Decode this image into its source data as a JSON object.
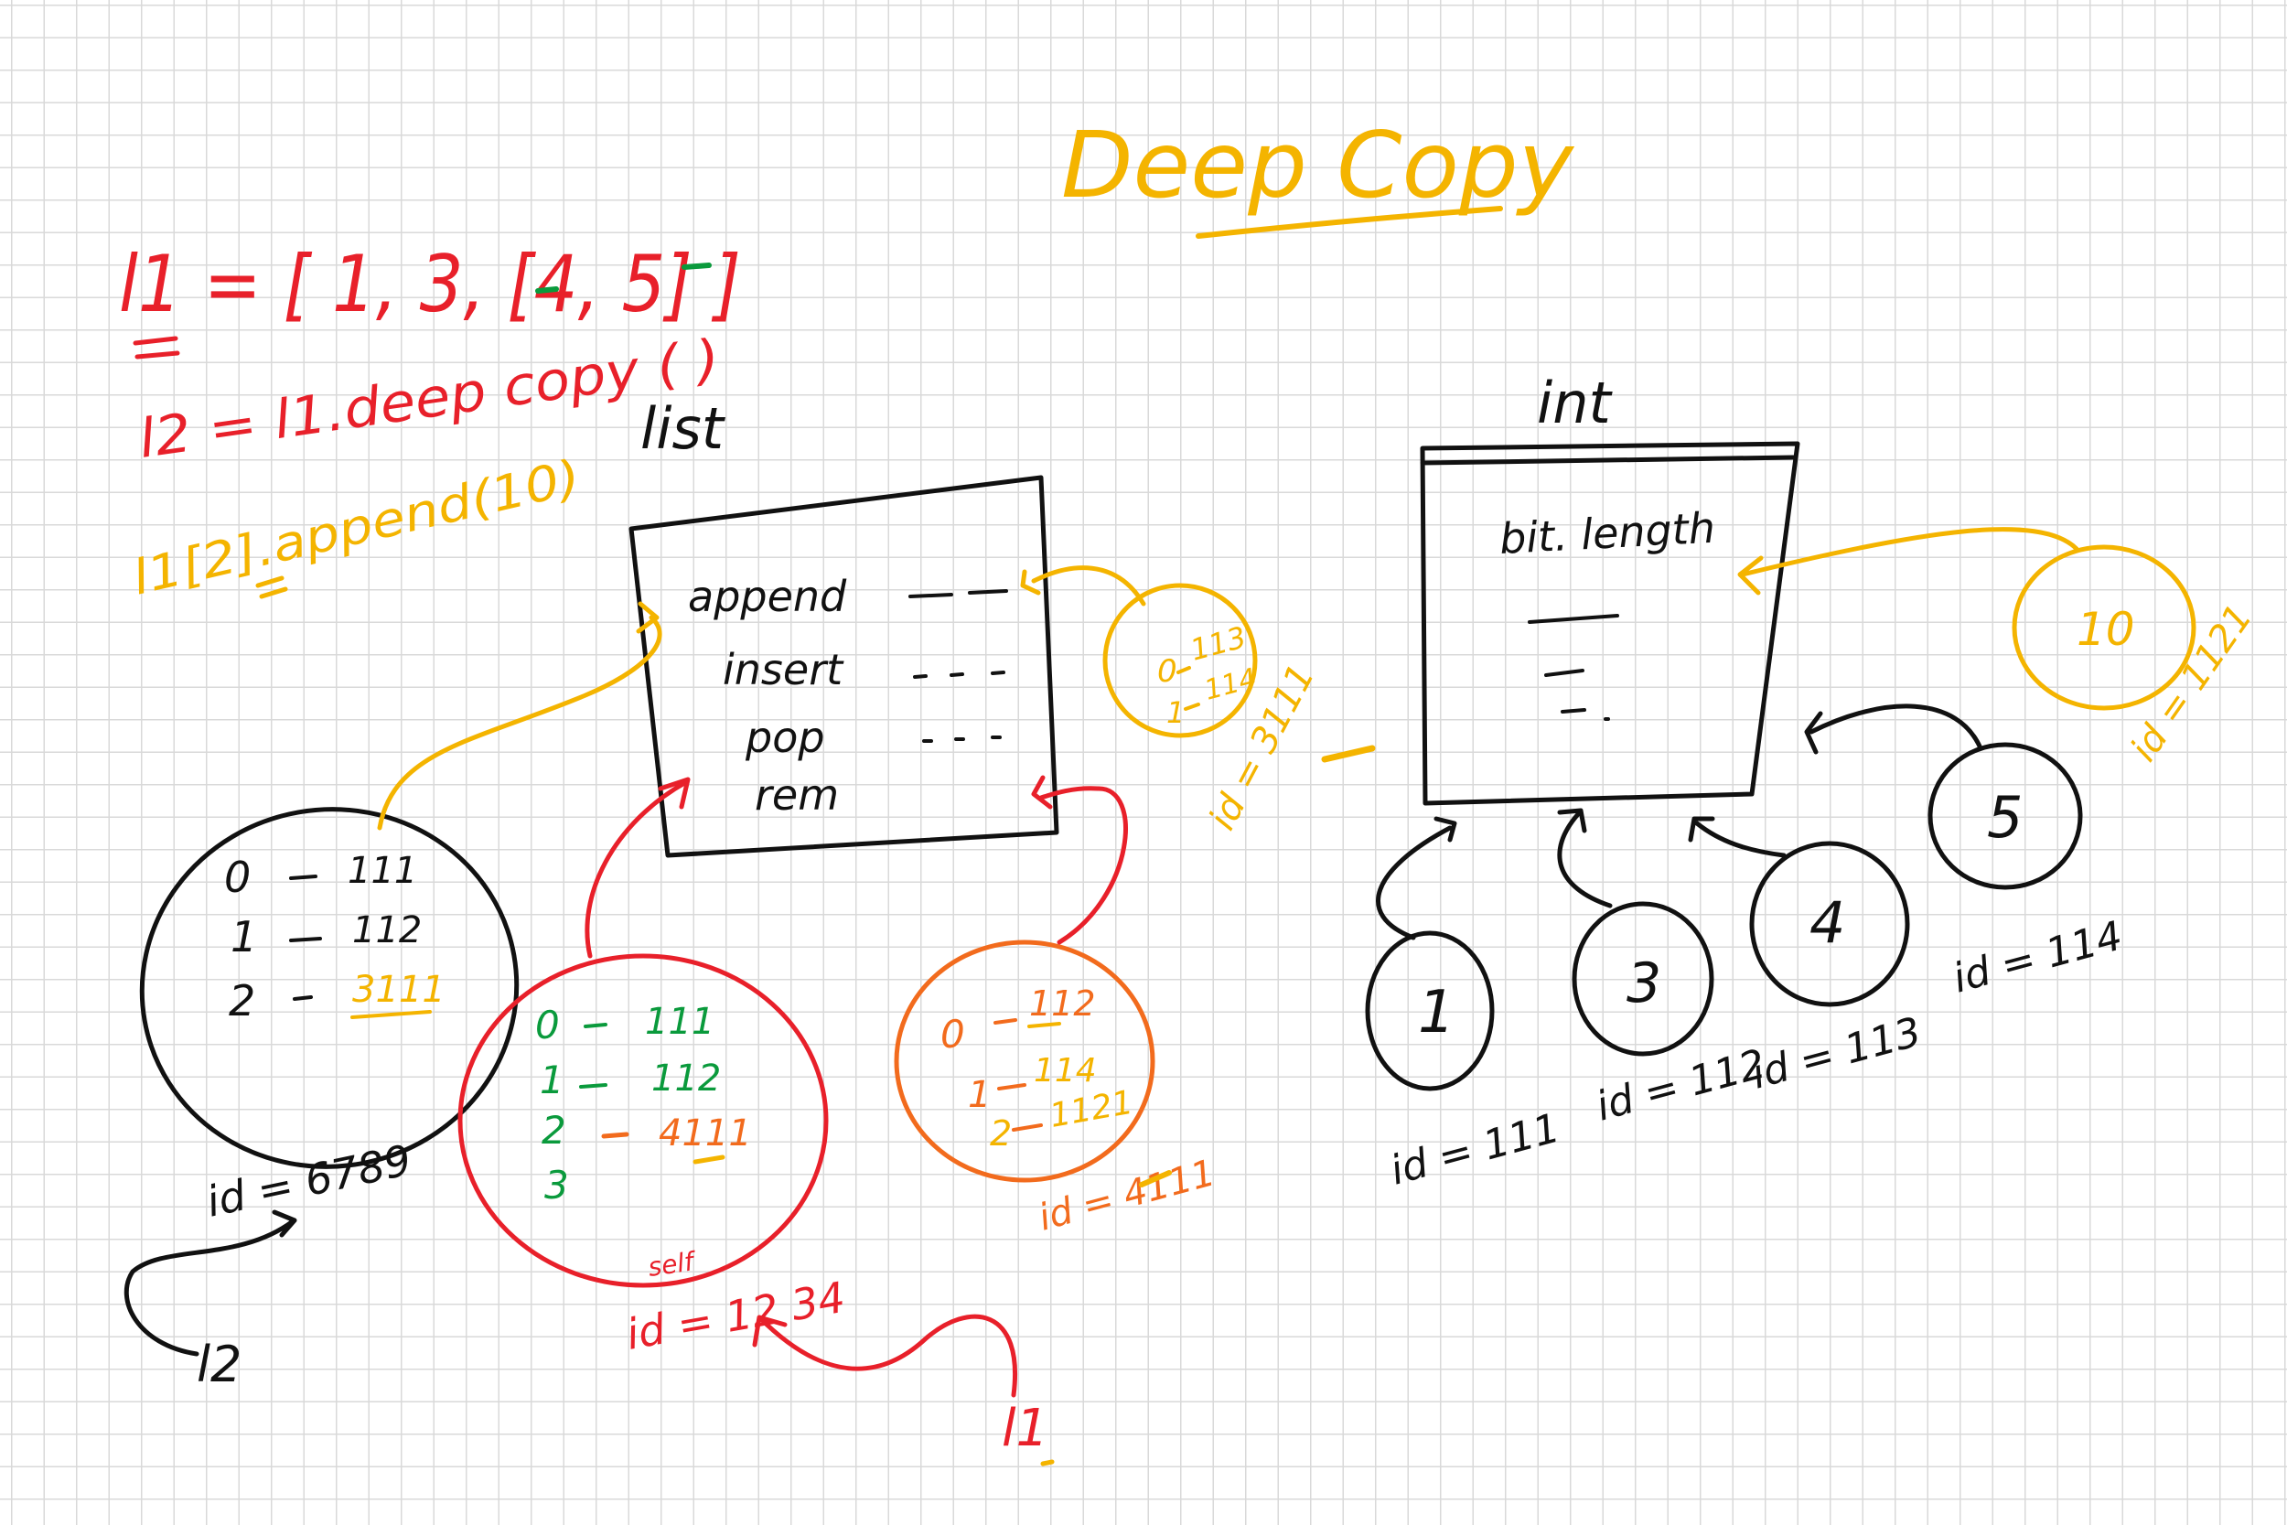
{
  "colors": {
    "black": "#111111",
    "red": "#e8202a",
    "yellow": "#f4b400",
    "green": "#0a9a3c",
    "orange": "#f26b1d"
  },
  "title": "Deep Copy",
  "code": {
    "line1": "l1 = [ 1, 3, [4, 5] ]",
    "line2": "l2 = l1.deep copy ( )",
    "line3": "l1[2].append(10)"
  },
  "list_type": {
    "label": "list",
    "methods": [
      "append",
      "insert",
      "pop",
      "rem"
    ]
  },
  "int_type": {
    "label": "int",
    "methods": [
      "bit. length"
    ]
  },
  "l2_list": {
    "rows": [
      {
        "index": "0",
        "ref": "111"
      },
      {
        "index": "1",
        "ref": "112"
      },
      {
        "index": "2",
        "ref": "3111"
      }
    ],
    "id": "id = 6789",
    "var": "l2"
  },
  "l1_list": {
    "rows": [
      {
        "index": "0",
        "ref": "111"
      },
      {
        "index": "1",
        "ref": "112"
      },
      {
        "index": "2",
        "ref": "4111"
      },
      {
        "index": "3",
        "ref": ""
      }
    ],
    "note": "self",
    "id": "id = 12 34",
    "var": "l1"
  },
  "inner_list_orig": {
    "rows": [
      {
        "index": "0",
        "ref": "112"
      },
      {
        "index": "1",
        "ref": "114"
      },
      {
        "index": "2",
        "ref": "1121"
      }
    ],
    "id": "id = 4111"
  },
  "inner_list_copy": {
    "rows": [
      {
        "index": "0",
        "ref": "113"
      },
      {
        "index": "1",
        "ref": "114"
      }
    ],
    "id": "id = 3111"
  },
  "ints": [
    {
      "value": "1",
      "id": "id = 111"
    },
    {
      "value": "3",
      "id": "id = 112"
    },
    {
      "value": "4",
      "id": "id = 113"
    },
    {
      "value": "5",
      "id": "id = 114"
    },
    {
      "value": "10",
      "id": "id = 1121"
    }
  ]
}
